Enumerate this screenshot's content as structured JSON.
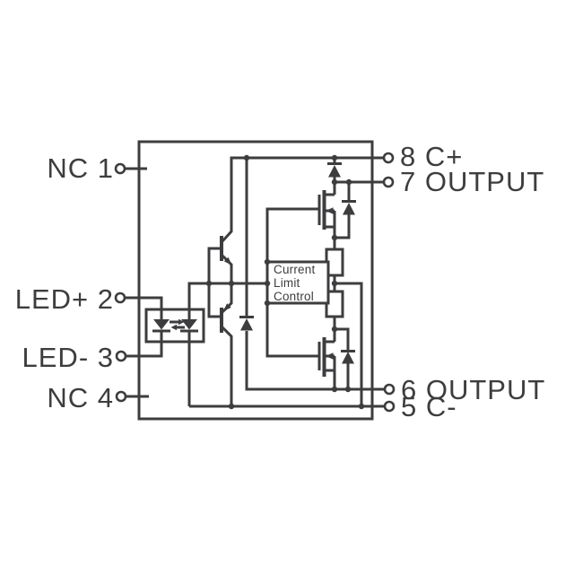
{
  "colors": {
    "line": "#3d3d3f",
    "background": "#ffffff"
  },
  "schematic": {
    "pins": {
      "left": [
        {
          "label": "NC 1"
        },
        {
          "label": "LED+ 2"
        },
        {
          "label": "LED- 3"
        },
        {
          "label": "NC 4"
        }
      ],
      "right": [
        {
          "label": "8 C+"
        },
        {
          "label": "7 OUTPUT"
        },
        {
          "label": "6 OUTPUT"
        },
        {
          "label": "5 C-"
        }
      ]
    },
    "control_block": {
      "line1": "Current",
      "line2": "Limit",
      "line3": "Control"
    },
    "components": [
      "optocoupler",
      "input-led",
      "photodiode",
      "coupling-arrows",
      "npn-transistor",
      "pnp-transistor",
      "zener-diode",
      "blocking-diode",
      "mosfet-top",
      "body-diode-top",
      "sense-resistor-top",
      "current-limit-control",
      "sense-resistor-bottom",
      "mosfet-bottom",
      "body-diode-bottom"
    ]
  }
}
